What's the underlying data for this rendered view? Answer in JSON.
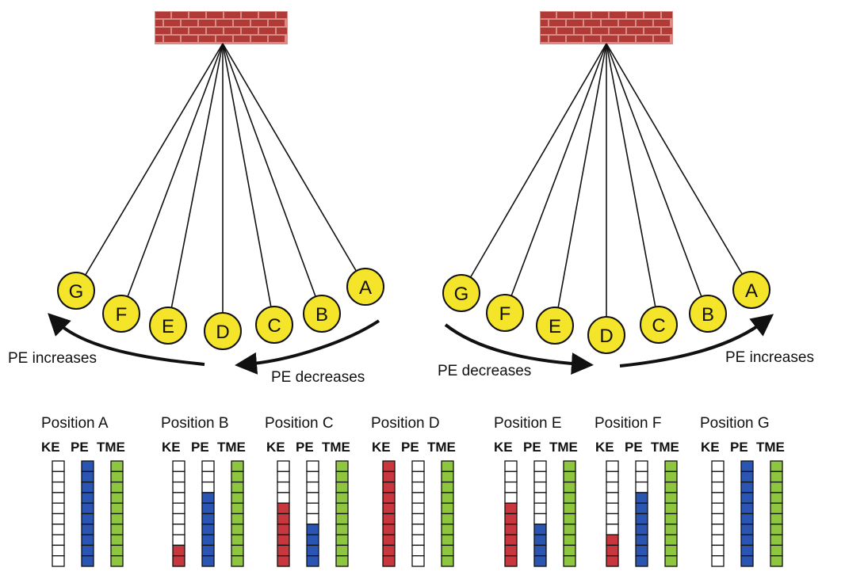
{
  "pendulums": [
    {
      "bob_labels": [
        "G",
        "F",
        "E",
        "D",
        "C",
        "B",
        "A"
      ],
      "captions": {
        "left": "PE increases",
        "right": "PE decreases"
      }
    },
    {
      "bob_labels": [
        "G",
        "F",
        "E",
        "D",
        "C",
        "B",
        "A"
      ],
      "captions": {
        "left": "PE decreases",
        "right": "PE increases"
      }
    }
  ],
  "bar_headers": {
    "ke": "KE",
    "pe": "PE",
    "tme": "TME"
  },
  "bar_total_cells": 10,
  "positions": [
    {
      "label": "Position A",
      "ke": 0,
      "pe": 10,
      "tme": 10
    },
    {
      "label": "Position B",
      "ke": 2,
      "pe": 7,
      "tme": 10
    },
    {
      "label": "Position C",
      "ke": 6,
      "pe": 4,
      "tme": 10
    },
    {
      "label": "Position D",
      "ke": 10,
      "pe": 0,
      "tme": 10
    },
    {
      "label": "Position E",
      "ke": 6,
      "pe": 4,
      "tme": 10
    },
    {
      "label": "Position F",
      "ke": 3,
      "pe": 7,
      "tme": 10
    },
    {
      "label": "Position G",
      "ke": 0,
      "pe": 10,
      "tme": 10
    }
  ],
  "colors": {
    "bob": "#f5e52a",
    "brick": "#b23a36",
    "mortar": "#d98c86",
    "ke": "#c8363e",
    "pe": "#2a55b3",
    "tme": "#8ec63f"
  }
}
